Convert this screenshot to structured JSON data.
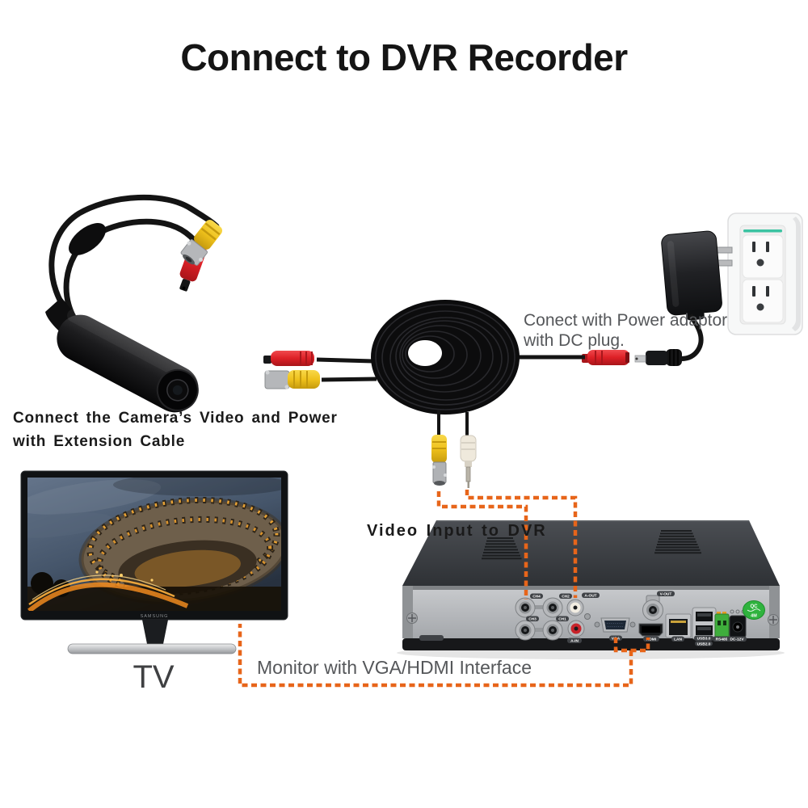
{
  "title": "Connect to DVR Recorder",
  "captions": {
    "camera_line1": "Connect the Camera’s Video and Power",
    "camera_line2": "with Extension Cable",
    "adaptor_line1": "Conect with Power adaptor",
    "adaptor_line2": "with DC plug.",
    "video_input": "Video Input to DVR",
    "monitor": "Monitor with VGA/HDMI Interface"
  },
  "tv": {
    "label": "TV",
    "brand": "SAMSUNG"
  },
  "dvr": {
    "port_labels": {
      "ch4": "CH4",
      "ch2": "CH2",
      "ch3": "CH3",
      "ch1": "CH1",
      "a_out": "A-OUT",
      "a_in": "A-IN",
      "vga": "VGA",
      "hdmi": "HDMI",
      "v_out": "V-OUT",
      "lan": "LAN",
      "usb3": "USB3.0",
      "usb2": "USB2.0",
      "rs485": "RS485",
      "dc12v": "DC-12V"
    },
    "qc_badge": {
      "top": "QC",
      "bottom": "4M"
    }
  },
  "colors": {
    "accent_orange": "#E7651A",
    "connector_red": "#E02128",
    "connector_yellow": "#F0C11C",
    "outlet_teal": "#3BC3A2",
    "dvr_panel": "#B4B7BA",
    "dvr_top": "#3A3D42"
  }
}
